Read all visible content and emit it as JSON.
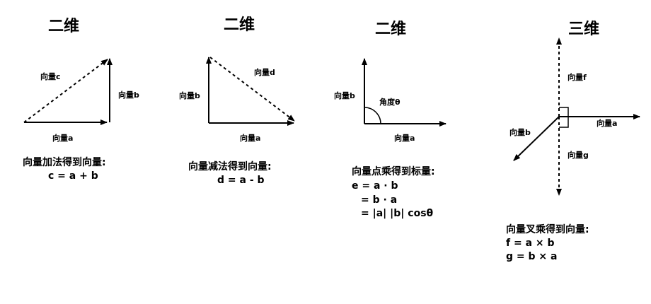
{
  "panels": [
    {
      "title": "二维",
      "labels": {
        "c": "向量c",
        "b": "向量b",
        "a": "向量a"
      },
      "caption": [
        "向量加法得到向量:",
        "c = a + b"
      ]
    },
    {
      "title": "二维",
      "labels": {
        "d": "向量d",
        "b": "向量b",
        "a": "向量a"
      },
      "caption": [
        "向量减法得到向量:",
        "d = a - b"
      ]
    },
    {
      "title": "二维",
      "labels": {
        "b": "向量b",
        "theta": "角度θ",
        "a": "向量a"
      },
      "caption": [
        "向量点乘得到标量:",
        "e = a · b",
        "= b · a",
        "= |a| |b| cosθ"
      ]
    },
    {
      "title": "三维",
      "labels": {
        "f": "向量f",
        "a": "向量a",
        "b": "向量b",
        "g": "向量g"
      },
      "caption": [
        "向量叉乘得到向量:",
        "f = a × b",
        "g = b × a"
      ]
    }
  ]
}
